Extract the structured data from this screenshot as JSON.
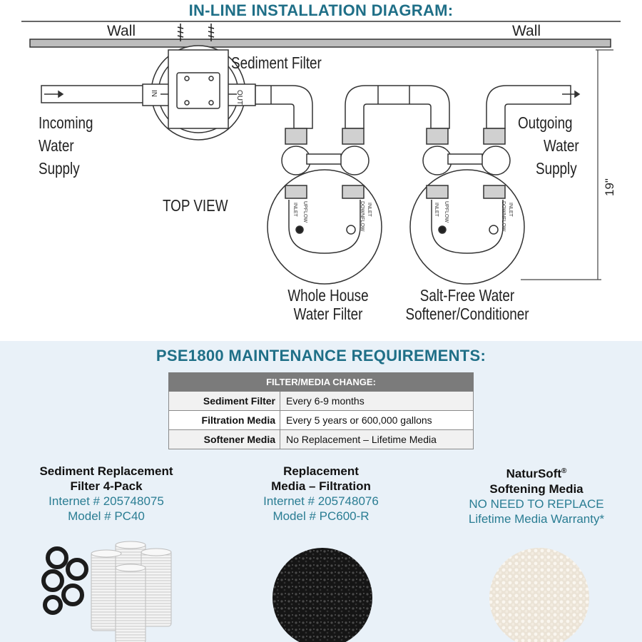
{
  "diagram": {
    "title": "IN-LINE INSTALLATION DIAGRAM:",
    "wall_left": "Wall",
    "wall_right": "Wall",
    "sediment_filter": "Sediment Filter",
    "incoming": [
      "Incoming",
      "Water",
      "Supply"
    ],
    "outgoing": [
      "Outgoing",
      "Water",
      "Supply"
    ],
    "top_view": "TOP VIEW",
    "dimension": "19\"",
    "port_in": "IN",
    "port_out": "OUT",
    "tank1_label": [
      "Whole House",
      "Water Filter"
    ],
    "tank2_label": [
      "Salt-Free Water",
      "Softener/Conditioner"
    ],
    "tank_upflow": "UPFLOW",
    "tank_downflow": "DOWNFLOW",
    "tank_inlet": "INLET"
  },
  "maintenance": {
    "title": "PSE1800 MAINTENANCE REQUIREMENTS:",
    "table_header": "FILTER/MEDIA CHANGE:",
    "rows": [
      {
        "label": "Sediment Filter",
        "value": "Every 6-9 months"
      },
      {
        "label": "Filtration Media",
        "value": "Every 5 years or 600,000 gallons"
      },
      {
        "label": "Softener Media",
        "value": "No Replacement – Lifetime Media"
      }
    ]
  },
  "products": [
    {
      "name_line1": "Sediment Replacement",
      "name_line2": "Filter 4-Pack",
      "info_line1": "Internet # 205748075",
      "info_line2": "Model # PC40"
    },
    {
      "name_line1": "Replacement",
      "name_line2": "Media – Filtration",
      "info_line1": "Internet # 205748076",
      "info_line2": "Model # PC600-R"
    },
    {
      "name_line1": "NaturSoft",
      "name_sup": "®",
      "name_line2": "Softening Media",
      "info_line1": "NO NEED TO REPLACE",
      "info_line2": "Lifetime Media Warranty*"
    }
  ],
  "colors": {
    "accent": "#1f6f87",
    "info_text": "#2a7d93",
    "table_header": "#7b7b7b",
    "panel_bg": "#e9f1f8"
  }
}
